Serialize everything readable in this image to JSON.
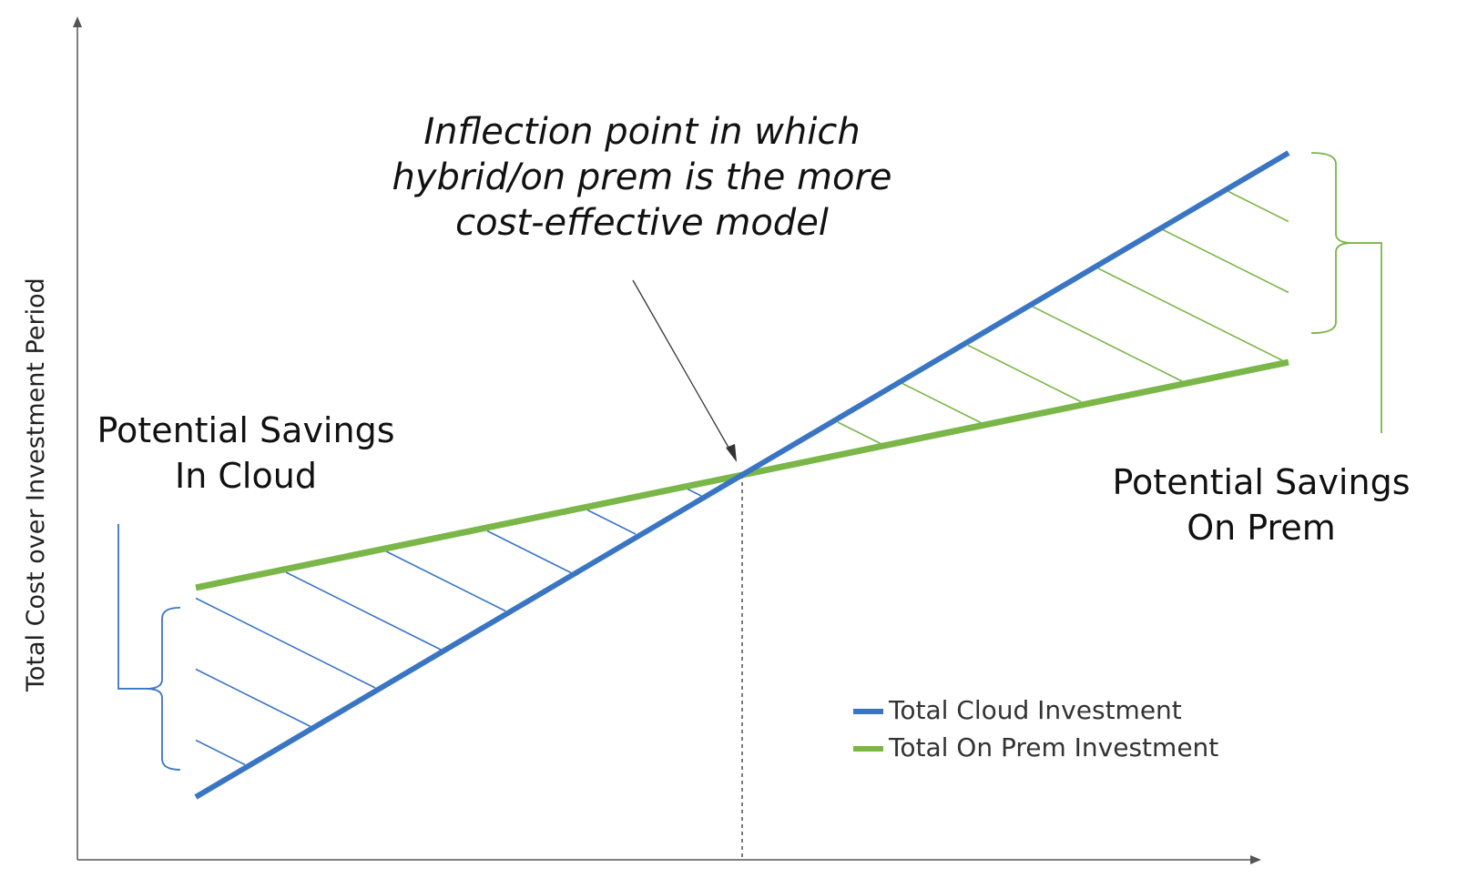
{
  "chart_data": {
    "type": "line",
    "title": "",
    "ylabel": "Total Cost over Investment Period",
    "xlabel": "",
    "grid": false,
    "legend_position": "bottom-right",
    "x": [
      0,
      1,
      2
    ],
    "series": [
      {
        "name": "Total Cloud Investment",
        "color": "#3a75c4",
        "values": [
          0,
          1,
          2
        ]
      },
      {
        "name": "Total On Prem Investment",
        "color": "#7ab648",
        "values": [
          0.65,
          1,
          1.35
        ]
      }
    ],
    "annotations": {
      "inflection": "Inflection point in which hybrid/on prem is the more cost-effective model",
      "savings_cloud": "Potential Savings In Cloud",
      "savings_onprem": "Potential Savings On Prem"
    }
  }
}
